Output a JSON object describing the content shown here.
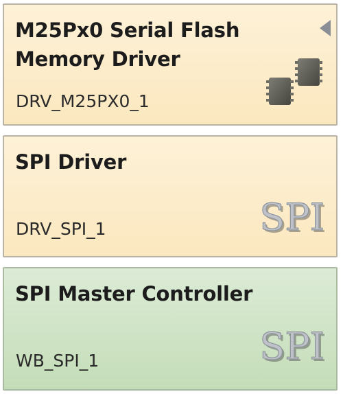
{
  "components": [
    {
      "title": "M25Px0 Serial Flash Memory Driver",
      "instance": "DRV_M25PX0_1",
      "icon": "chips-icon",
      "color": "#fbe9c3"
    },
    {
      "title": "SPI Driver",
      "instance": "DRV_SPI_1",
      "icon_text": "SPI",
      "color": "#fbe9c3"
    },
    {
      "title": "SPI Master Controller",
      "instance": "WB_SPI_1",
      "icon_text": "SPI",
      "color": "#cfe4c6"
    }
  ]
}
